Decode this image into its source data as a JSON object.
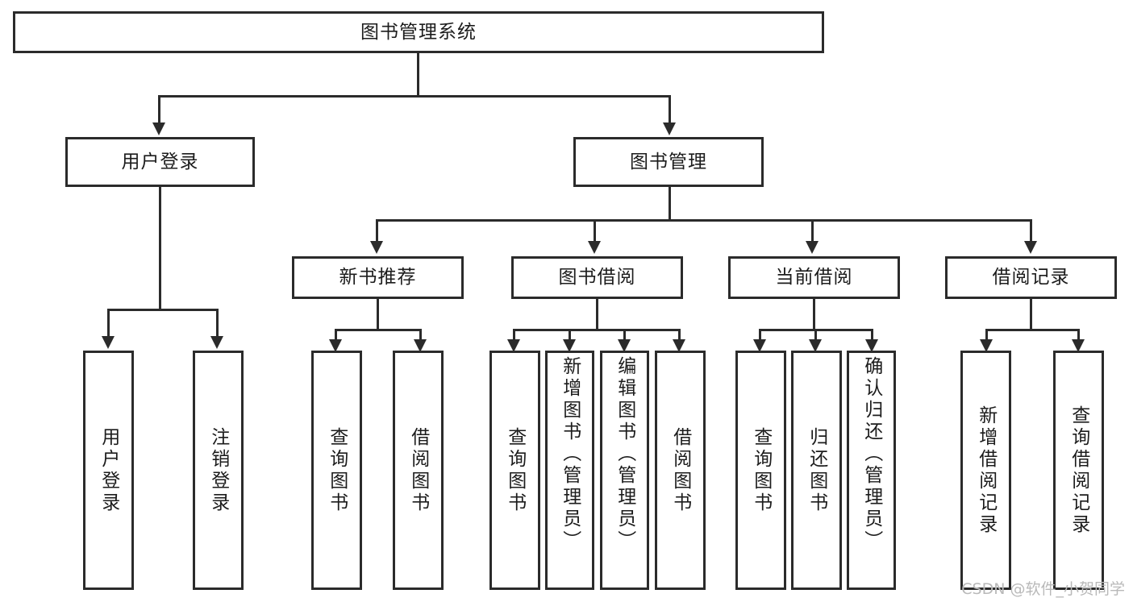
{
  "diagram": {
    "type": "tree",
    "title": "图书管理系统",
    "root": {
      "id": "root",
      "label": "图书管理系统",
      "orientation": "horizontal"
    },
    "level2": [
      {
        "id": "user-login",
        "label": "用户登录",
        "orientation": "horizontal"
      },
      {
        "id": "book-manage",
        "label": "图书管理",
        "orientation": "horizontal"
      }
    ],
    "level3": [
      {
        "id": "new-book-rec",
        "label": "新书推荐",
        "orientation": "horizontal",
        "parent": "book-manage"
      },
      {
        "id": "book-borrow",
        "label": "图书借阅",
        "orientation": "horizontal",
        "parent": "book-manage"
      },
      {
        "id": "current-borrow",
        "label": "当前借阅",
        "orientation": "horizontal",
        "parent": "book-manage"
      },
      {
        "id": "borrow-record",
        "label": "借阅记录",
        "orientation": "horizontal",
        "parent": "book-manage"
      }
    ],
    "leaves": [
      {
        "id": "leaf-user-login",
        "label": "用户登录",
        "parent": "user-login"
      },
      {
        "id": "leaf-logout-login",
        "label": "注销登录",
        "parent": "user-login"
      },
      {
        "id": "leaf-query-book-1",
        "label": "查询图书",
        "parent": "new-book-rec"
      },
      {
        "id": "leaf-borrow-book-1",
        "label": "借阅图书",
        "parent": "new-book-rec"
      },
      {
        "id": "leaf-query-book-2",
        "label": "查询图书",
        "parent": "book-borrow"
      },
      {
        "id": "leaf-add-book",
        "label": "新增图书（管理员）",
        "parent": "book-borrow"
      },
      {
        "id": "leaf-edit-book",
        "label": "编辑图书（管理员）",
        "parent": "book-borrow"
      },
      {
        "id": "leaf-borrow-book-2",
        "label": "借阅图书",
        "parent": "book-borrow"
      },
      {
        "id": "leaf-query-book-3",
        "label": "查询图书",
        "parent": "current-borrow"
      },
      {
        "id": "leaf-return-book",
        "label": "归还图书",
        "parent": "current-borrow"
      },
      {
        "id": "leaf-confirm-return",
        "label": "确认归还（管理员）",
        "parent": "current-borrow"
      },
      {
        "id": "leaf-add-record",
        "label": "新增借阅记录",
        "parent": "borrow-record"
      },
      {
        "id": "leaf-query-record",
        "label": "查询借阅记录",
        "parent": "borrow-record"
      }
    ],
    "watermark": "CSDN @软件_小贺同学",
    "colors": {
      "stroke": "#2b2b2b",
      "fill": "#ffffff",
      "text": "#1c1c1c",
      "watermark": "#b9b9b9"
    }
  }
}
